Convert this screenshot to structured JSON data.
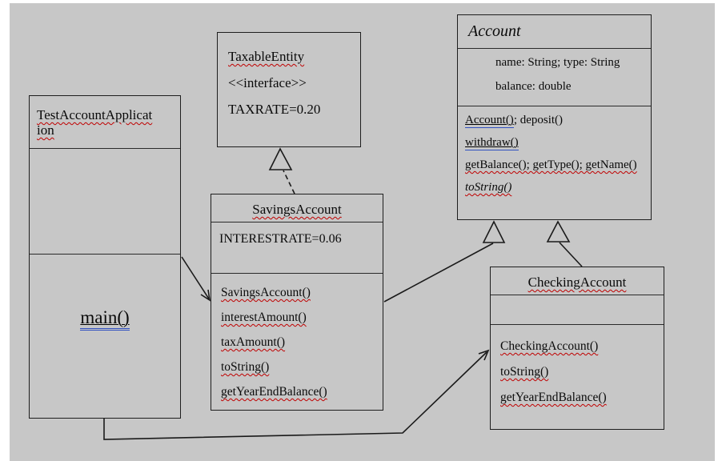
{
  "page": {
    "bg": "#ffffff",
    "canvas_bg": "#c7c7c7",
    "line_color": "#1a1a1a",
    "spellcheck_red": "#c00000",
    "grammar_blue": "#3050c0"
  },
  "uml": {
    "test_app": {
      "title": "TestAccountApplication",
      "main_method": "main()"
    },
    "taxable_entity": {
      "title": "TaxableEntity",
      "stereotype": "<<interface>>",
      "constant": "TAXRATE=0.20"
    },
    "account": {
      "title": "Account",
      "attributes_line1": "name: String; type: String",
      "attributes_line2": "balance: double",
      "method1_a": "Account()",
      "method1_b": "; deposit()",
      "method2": "withdraw()",
      "method3": "getBalance(); getType(); getName()",
      "method4": "toString()"
    },
    "savings_account": {
      "title": "SavingsAccount",
      "constant": "INTERESTRATE=0.06",
      "method1": "SavingsAccount()",
      "method2": "interestAmount()",
      "method3": "taxAmount()",
      "method4": "toString()",
      "method5": "getYearEndBalance()"
    },
    "checking_account": {
      "title": "CheckingAccount",
      "method1": "CheckingAccount()",
      "method2": "toString()",
      "method3": "getYearEndBalance()"
    },
    "relationships": [
      {
        "from": "SavingsAccount",
        "to": "TaxableEntity",
        "type": "realization",
        "style": "dashed-line-hollow-triangle"
      },
      {
        "from": "SavingsAccount",
        "to": "Account",
        "type": "generalization",
        "style": "solid-line-hollow-triangle"
      },
      {
        "from": "CheckingAccount",
        "to": "Account",
        "type": "generalization",
        "style": "solid-line-hollow-triangle"
      },
      {
        "from": "TestAccountApplication",
        "to": "SavingsAccount",
        "type": "dependency",
        "style": "solid-line-open-arrow"
      },
      {
        "from": "TestAccountApplication",
        "to": "CheckingAccount",
        "type": "dependency",
        "style": "solid-line-open-arrow"
      }
    ]
  }
}
